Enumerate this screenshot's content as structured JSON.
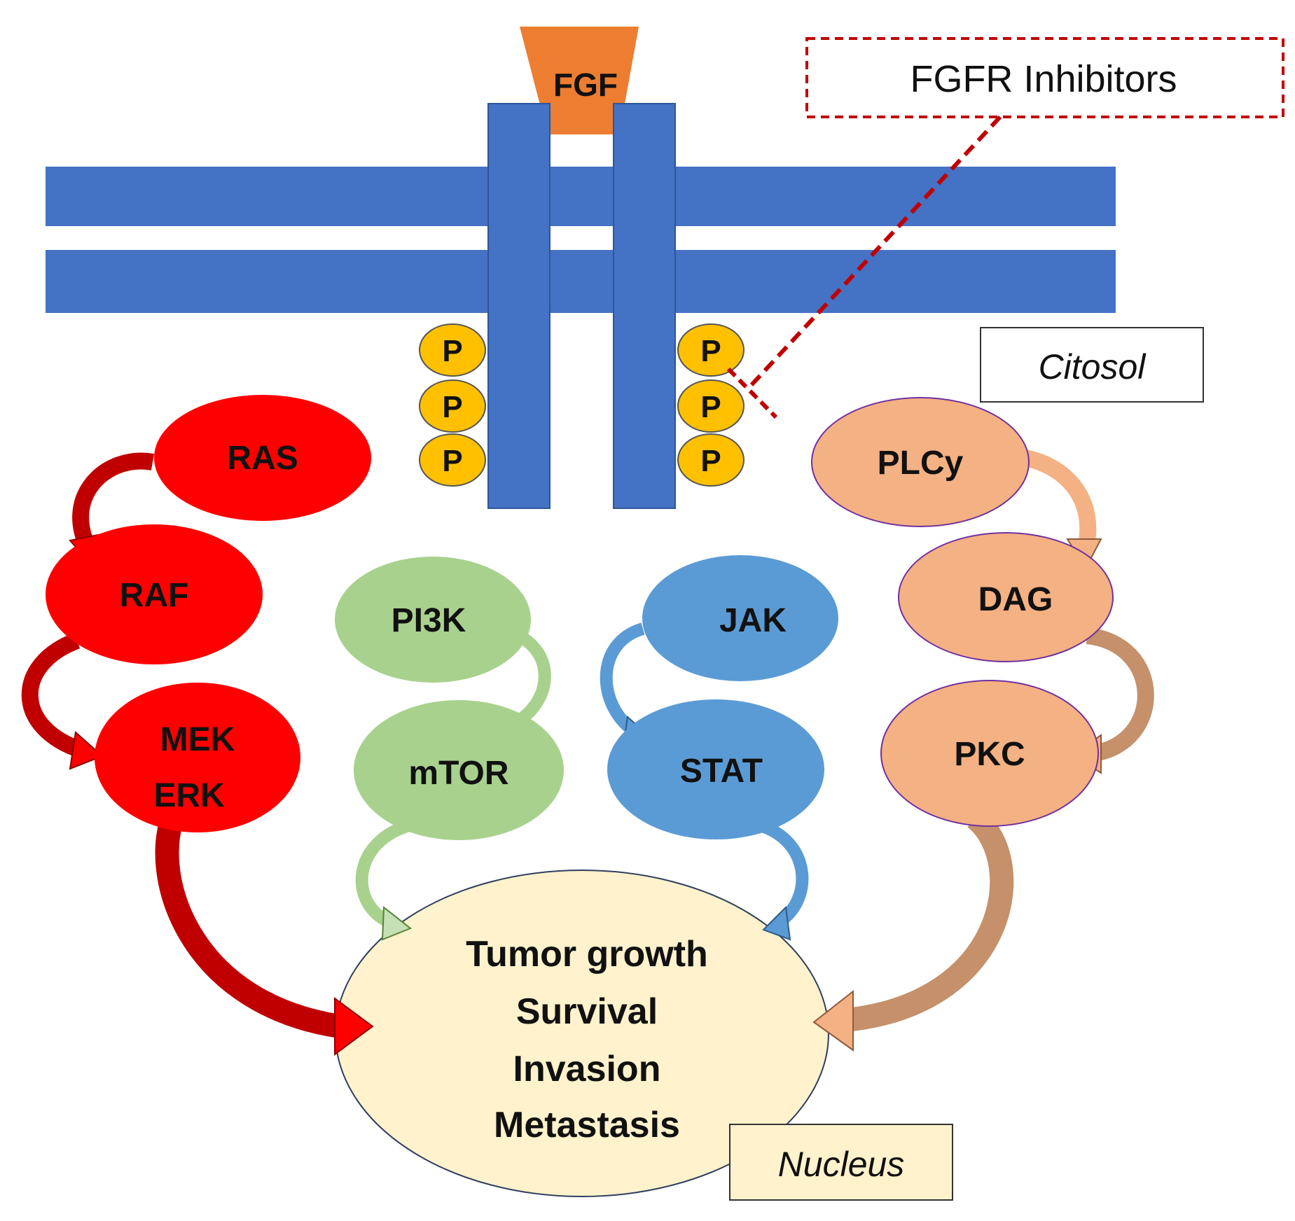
{
  "ligand": {
    "label": "FGF"
  },
  "inhibitor": {
    "label": "FGFR Inhibitors"
  },
  "compartments": {
    "cytosol": "Citosol",
    "nucleus": "Nucleus"
  },
  "phospho_label": "P",
  "pathways": {
    "ras": {
      "nodes": [
        "RAS",
        "RAF",
        "MEK",
        "ERK"
      ]
    },
    "pi3k": {
      "nodes": [
        "PI3K",
        "mTOR"
      ]
    },
    "jak": {
      "nodes": [
        "JAK",
        "STAT"
      ]
    },
    "plc": {
      "nodes": [
        "PLCy",
        "DAG",
        "PKC"
      ]
    }
  },
  "outcomes": [
    "Tumor growth",
    "Survival",
    "Invasion",
    "Metastasis"
  ],
  "colors": {
    "membrane": "#4472C4",
    "ligand": "#ED7D31",
    "inhibitor": "#C00000",
    "phospho": "#FFC000",
    "ras_pathway": "#FF0000",
    "pi3k_pathway": "#A9D18E",
    "jak_pathway": "#5B9BD5",
    "plc_pathway": "#F4B183",
    "nucleus": "#FFF2CC"
  }
}
